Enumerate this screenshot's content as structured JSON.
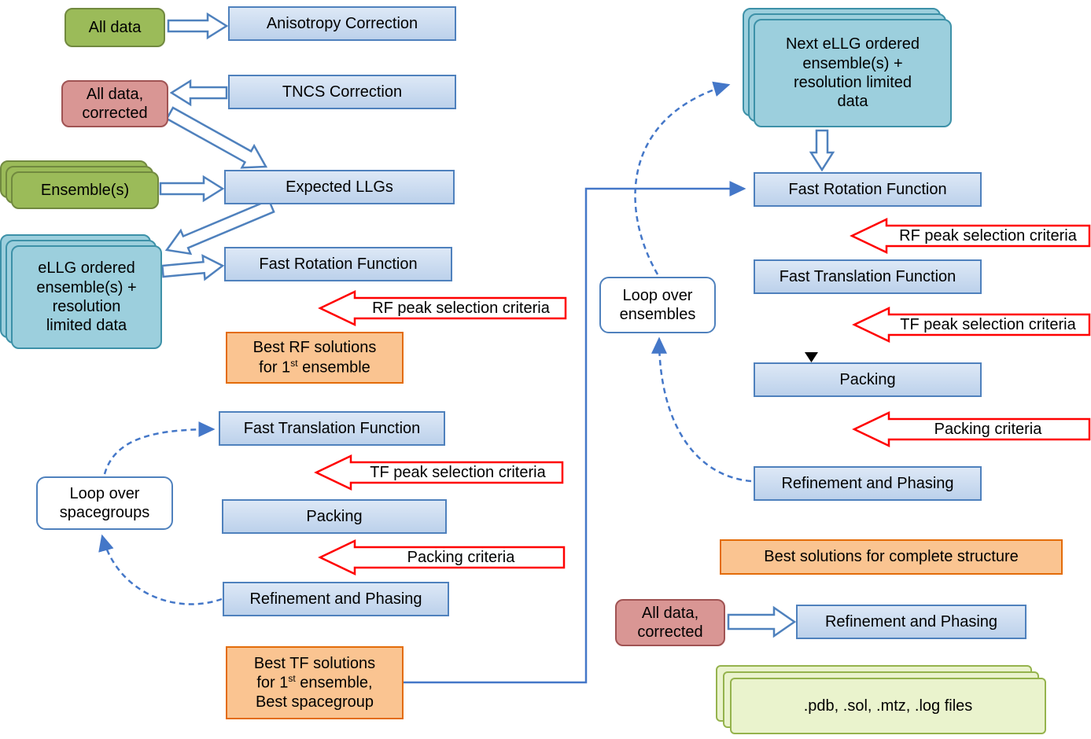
{
  "diagram": {
    "left": {
      "all_data": "All data",
      "anisotropy_correction": "Anisotropy Correction",
      "tncs_correction": "TNCS Correction",
      "all_data_corrected": "All data, corrected",
      "ensembles": "Ensemble(s)",
      "expected_llgs": "Expected LLGs",
      "ellg_ordered": "eLLG ordered ensemble(s) + resolution limited data",
      "fast_rotation_function": "Fast Rotation Function",
      "rf_criteria": "RF peak selection criteria",
      "best_rf": {
        "line1": "Best RF solutions",
        "line2_pre": "for 1",
        "line2_sup": "st",
        "line2_post": " ensemble"
      },
      "fast_translation_function": "Fast Translation Function",
      "tf_criteria": "TF peak selection criteria",
      "packing": "Packing",
      "packing_criteria": "Packing criteria",
      "refinement": "Refinement and Phasing",
      "loop_spacegroups": "Loop over spacegroups",
      "best_tf": {
        "line1": "Best TF solutions",
        "line2_pre": "for 1",
        "line2_sup": "st",
        "line2_post": " ensemble,",
        "line3": "Best spacegroup"
      }
    },
    "right": {
      "next_ellg": "Next eLLG ordered ensemble(s) + resolution limited data",
      "fast_rotation_function": "Fast Rotation Function",
      "rf_criteria": "RF peak selection criteria",
      "fast_translation_function": "Fast Translation Function",
      "tf_criteria": "TF peak selection criteria",
      "packing": "Packing",
      "packing_criteria": "Packing criteria",
      "refinement": "Refinement and Phasing",
      "loop_ensembles": "Loop over ensembles",
      "best_solutions": "Best solutions for complete structure",
      "all_data_corrected": "All data, corrected",
      "final_refinement": "Refinement and Phasing",
      "output_files": ".pdb, .sol, .mtz, .log files"
    },
    "colors": {
      "green_fill": "#9BBB59",
      "green_border": "#71893F",
      "pink_fill": "#D99694",
      "pink_border": "#A05353",
      "blue_fill": "#C6D9F1",
      "blue_border": "#4F81BD",
      "teal_fill": "#9CCFDD",
      "teal_border": "#3D91A8",
      "orange_fill": "#FAC491",
      "orange_border": "#E36C09",
      "files_fill": "#EAF3CD",
      "files_border": "#95B34D",
      "red_arrow_border": "#FF0000",
      "connector_blue": "#4477C8"
    }
  }
}
